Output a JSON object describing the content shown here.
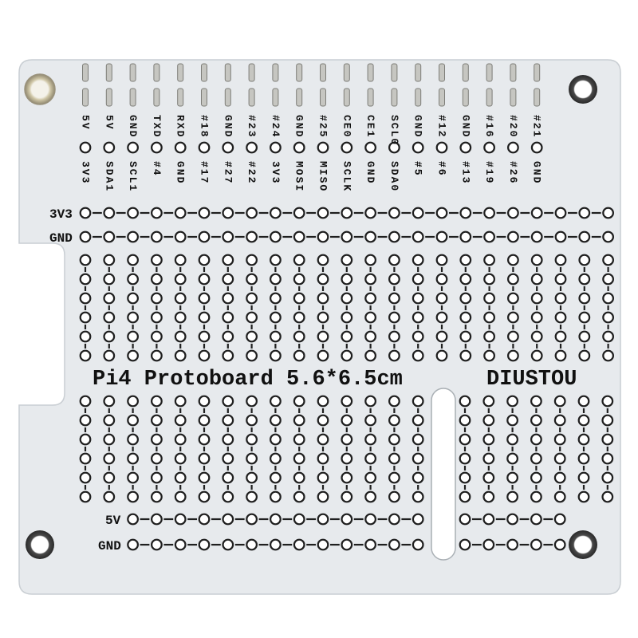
{
  "header": {
    "top_labels": [
      "5V",
      "5V",
      "GND",
      "TXD",
      "RXD",
      "#18",
      "GND",
      "#23",
      "#24",
      "GND",
      "#25",
      "CE0",
      "CE1",
      "SCL0",
      "GND",
      "#12",
      "GND",
      "#16",
      "#20",
      "#21"
    ],
    "bottom_labels": [
      "3V3",
      "SDA1",
      "SCL1",
      "#4",
      "GND",
      "#17",
      "#27",
      "#22",
      "3V3",
      "MOSI",
      "MISO",
      "SCLK",
      "GND",
      "SDA0",
      "#5",
      "#6",
      "#13",
      "#19",
      "#26",
      "GND"
    ]
  },
  "rails": {
    "top_3v3": "3V3",
    "top_gnd": "GND",
    "bottom_5v": "5V",
    "bottom_gnd": "GND"
  },
  "title": "Pi4 Protoboard 5.6*6.5cm",
  "brand": "DIUSTOU",
  "colors": {
    "background": "#ffffff",
    "board": "#e7eaed",
    "board_edge": "#c9ced3",
    "hole_ring": "#1f1f1f",
    "pin": "#c6c6c1",
    "pin_edge": "#7d7d78"
  }
}
